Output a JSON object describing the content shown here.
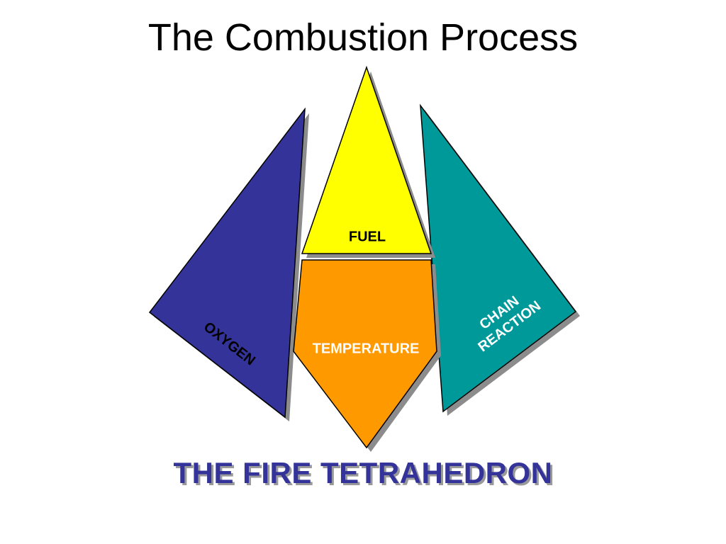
{
  "title": "The Combustion Process",
  "caption": "THE FIRE TETRAHEDRON",
  "colors": {
    "oxygen": "#333399",
    "fuel": "#FFFF00",
    "temperature": "#FF9900",
    "chain_reaction": "#009999",
    "caption": "#333399",
    "shadow": "#8c8c8c"
  },
  "faces": {
    "fuel": {
      "label": "FUEL"
    },
    "temperature": {
      "label": "TEMPERATURE"
    },
    "oxygen": {
      "label": "OXYGEN"
    },
    "chain_reaction": {
      "line1": "CHAIN",
      "line2": "REACTION"
    }
  }
}
